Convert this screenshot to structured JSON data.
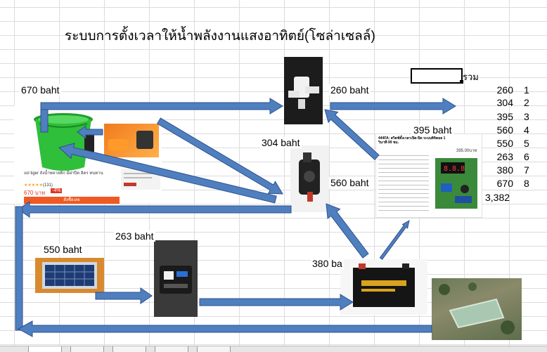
{
  "title": "ระบบการตั้งเวลาให้น้ำพลังงานแสงอาทิตย์(โซล่าเซลล์)",
  "prices": {
    "tank": "670 baht",
    "valve": "260 baht",
    "pump": "304 baht",
    "timer": "395 baht",
    "p560": "560 baht",
    "panel": "550 baht",
    "controller": "263 baht",
    "battery": "380 ba"
  },
  "tank_card": {
    "name": "sol tiger ถังน้ำพลาสติก มีฝาปิด ลิตร ทนทาน",
    "rating": "(131)",
    "price": "670 บาท",
    "discount": "-4%",
    "button": "สั่งซื้อเลย"
  },
  "timer_card": {
    "title": "444FA: สวิตช์ตั้งเวลาเปิด-ปิด ระบบดิจิตอล 1 วินาที-99 ชม.",
    "price": "395.00บาท"
  },
  "sheet": {
    "sum_label": "รวม",
    "rows": [
      {
        "value": "260",
        "index": "1"
      },
      {
        "value": "304",
        "index": "2"
      },
      {
        "value": "395",
        "index": "3"
      },
      {
        "value": "560",
        "index": "4"
      },
      {
        "value": "550",
        "index": "5"
      },
      {
        "value": "263",
        "index": "6"
      },
      {
        "value": "380",
        "index": "7"
      },
      {
        "value": "670",
        "index": "8"
      }
    ],
    "total": "3,382"
  },
  "colors": {
    "arrow_fill": "#4f7fbf",
    "arrow_stroke": "#2f528f",
    "tank_green": "#2fbf3a"
  },
  "icons": {
    "valve": "solenoid-valve-photo",
    "pump": "water-pump-photo",
    "timer": "timer-switch-photo",
    "panel": "solar-panel-photo",
    "controller": "charge-controller-photo",
    "battery": "battery-photo",
    "map": "satellite-map-photo"
  }
}
